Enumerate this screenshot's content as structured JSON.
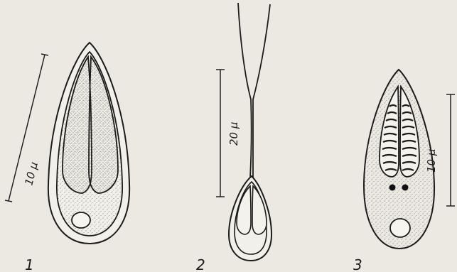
{
  "figures": [
    {
      "number": "1",
      "scale_label": "10 μ"
    },
    {
      "number": "2",
      "scale_label": "20 μ"
    },
    {
      "number": "3",
      "scale_label": "10 μ"
    }
  ]
}
